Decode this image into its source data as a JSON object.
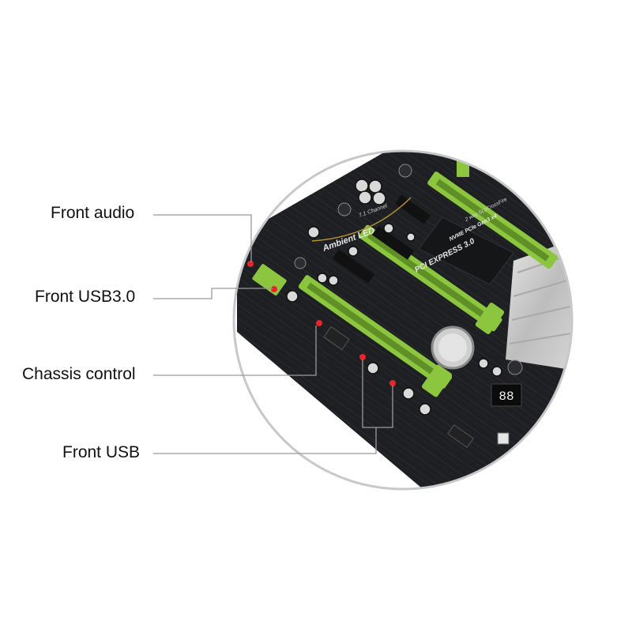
{
  "callouts": [
    {
      "id": "front-audio",
      "label": "Front audio"
    },
    {
      "id": "front-usb3",
      "label": "Front USB3.0"
    },
    {
      "id": "chassis-control",
      "label": "Chassis control"
    },
    {
      "id": "front-usb",
      "label": "Front USB"
    }
  ],
  "board_markings": {
    "ambient_led": "Ambient LED",
    "channel": "7.1 Channel",
    "pci_express": "PCI EXPRESS 3.0",
    "nvme": "NVME PCIe Gen3 x4",
    "sli": "2 way SLI/CrossFire",
    "debug_code": "88"
  },
  "colors": {
    "pcb": "#1e1f22",
    "slot_green": "#8cc63f",
    "marker_red": "#e8262a",
    "lens_ring": "#c8c8c8",
    "leader_line": "#9a9a9a"
  }
}
